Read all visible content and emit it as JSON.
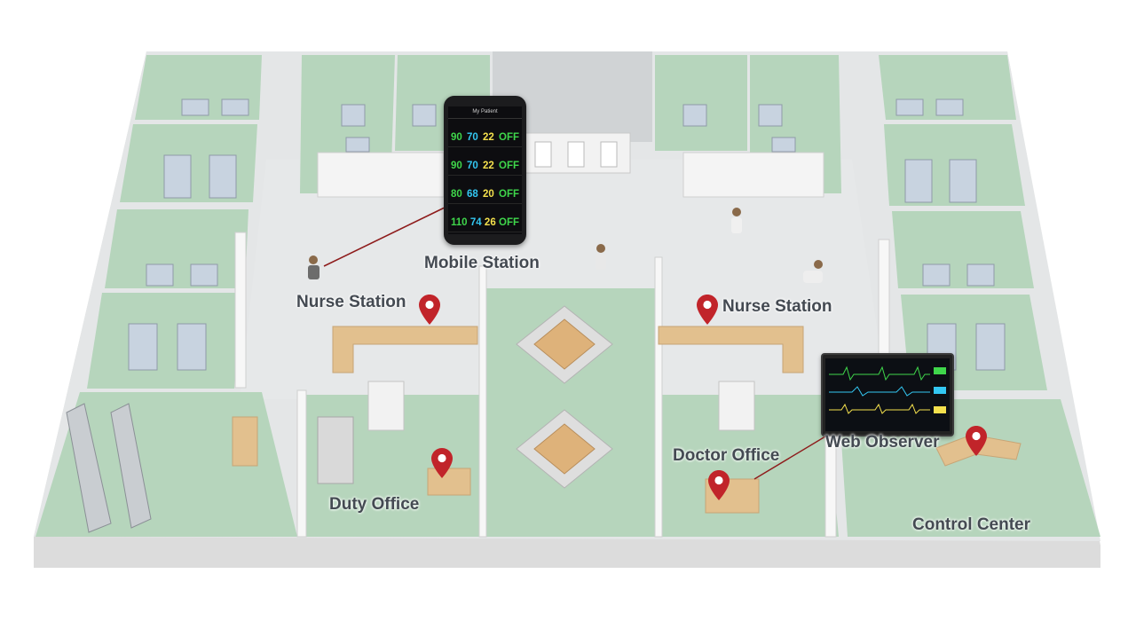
{
  "labels": {
    "mobile_station": "Mobile Station",
    "nurse_station_left": "Nurse Station",
    "nurse_station_right": "Nurse Station",
    "duty_office": "Duty Office",
    "doctor_office": "Doctor Office",
    "web_observer": "Web Observer",
    "control_center": "Control Center"
  },
  "phone": {
    "title": "My Patient",
    "rows": [
      {
        "a": "90",
        "b": "70",
        "c": "22",
        "d": "OFF"
      },
      {
        "a": "90",
        "b": "70",
        "c": "22",
        "d": "OFF"
      },
      {
        "a": "80",
        "b": "68",
        "c": "20",
        "d": "OFF"
      },
      {
        "a": "110",
        "b": "74",
        "c": "26",
        "d": "OFF"
      }
    ]
  },
  "colors": {
    "floor_green": "#b6d5bc",
    "corridor": "#e3e5e6",
    "wall": "#f4f4f4",
    "desk": "#e2c08e",
    "pin": "#c1242a",
    "label_text": "#444a52"
  },
  "icons": [
    "map-pin-icon",
    "smartphone-icon",
    "monitor-icon"
  ]
}
